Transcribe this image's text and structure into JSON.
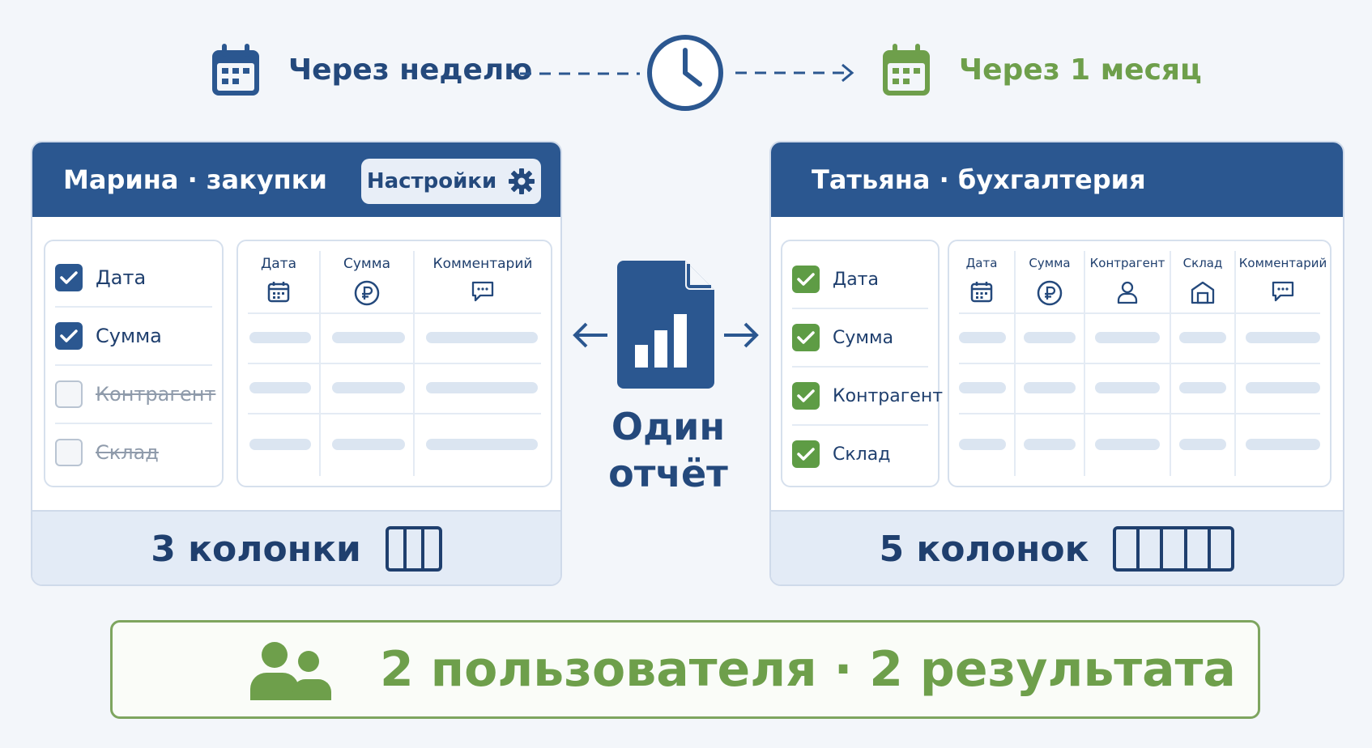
{
  "timeline": {
    "start_label": "Через неделю",
    "end_label": "Через 1 месяц",
    "start_icon": "calendar-icon",
    "middle_icon": "clock-icon",
    "end_icon": "calendar-icon"
  },
  "colors": {
    "primary": "#2b5790",
    "accent_green": "#6e9f4b",
    "check_green": "#5e9c45",
    "background": "#f3f6fa"
  },
  "left_panel": {
    "title": "Марина · закупки",
    "settings_label": "Настройки",
    "settings_icon": "gear-icon",
    "fields": [
      {
        "label": "Дата",
        "checked": true
      },
      {
        "label": "Сумма",
        "checked": true
      },
      {
        "label": "Контрагент",
        "checked": false
      },
      {
        "label": "Склад",
        "checked": false
      }
    ],
    "columns": [
      {
        "label": "Дата",
        "icon": "calendar-icon"
      },
      {
        "label": "Сумма",
        "icon": "ruble-icon"
      },
      {
        "label": "Комментарий",
        "icon": "comment-icon"
      }
    ],
    "footer": "3 колонки",
    "footer_icon": "columns-icon"
  },
  "center": {
    "label_line1": "Один",
    "label_line2": "отчёт",
    "icon": "report-chart-icon"
  },
  "right_panel": {
    "title": "Татьяна · бухгалтерия",
    "fields": [
      {
        "label": "Дата",
        "checked": true
      },
      {
        "label": "Сумма",
        "checked": true
      },
      {
        "label": "Контрагент",
        "checked": true
      },
      {
        "label": "Склад",
        "checked": true
      }
    ],
    "columns": [
      {
        "label": "Дата",
        "icon": "calendar-icon"
      },
      {
        "label": "Сумма",
        "icon": "ruble-icon"
      },
      {
        "label": "Контрагент",
        "icon": "person-icon"
      },
      {
        "label": "Склад",
        "icon": "warehouse-icon"
      },
      {
        "label": "Комментарий",
        "icon": "comment-icon"
      }
    ],
    "footer": "5 колонок",
    "footer_icon": "columns-icon"
  },
  "banner": {
    "text": "2 пользователя · 2 результата",
    "icon": "users-icon"
  }
}
